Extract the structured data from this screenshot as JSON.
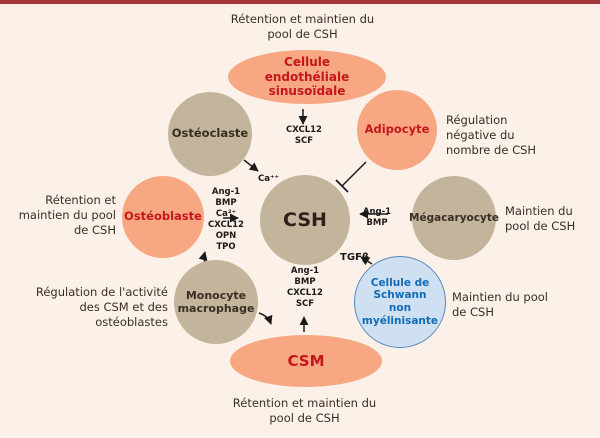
{
  "nodes": {
    "endothelial": "Cellule endothéliale sinusoïdale",
    "osteoclast": "Ostéoclaste",
    "adipocyte": "Adipocyte",
    "osteoblast": "Ostéoblaste",
    "csh": "CSH",
    "megakaryocyte": "Mégacaryocyte",
    "monocyte": "Monocyte macrophage",
    "schwann": "Cellule de Schwann non myélinisante",
    "csm": "CSM"
  },
  "labels": {
    "top": "Rétention et maintien du pool de CSH",
    "adipocyte": "Régulation négative du nombre de CSH",
    "osteoblast": "Rétention et maintien du pool de CSH",
    "megakaryocyte": "Maintien du pool de CSH",
    "monocyte": "Régulation de l'activité des CSM et des ostéoblastes",
    "schwann": "Maintien du pool de CSH",
    "bottom": "Rétention et maintien du pool de CSH"
  },
  "factors": {
    "endothelial": [
      "CXCL12",
      "SCF"
    ],
    "osteoclast": "Ca⁺⁺",
    "osteoblast": [
      "Ang-1",
      "BMP",
      "Ca²⁺",
      "CXCL12",
      "OPN",
      "TPO"
    ],
    "megakaryocyte": [
      "Ang-1",
      "BMP"
    ],
    "schwann": "TGFβ",
    "csm": [
      "Ang-1",
      "BMP",
      "CXCL12",
      "SCF"
    ]
  },
  "colors": {
    "olive": "#c2b59c",
    "salmon": "#f7a883",
    "red": "#c4161c",
    "blue": "#0f6bb5",
    "light_blue": "#cfe0f3",
    "background": "#fcf1e8",
    "top_bar": "#a3363a"
  }
}
